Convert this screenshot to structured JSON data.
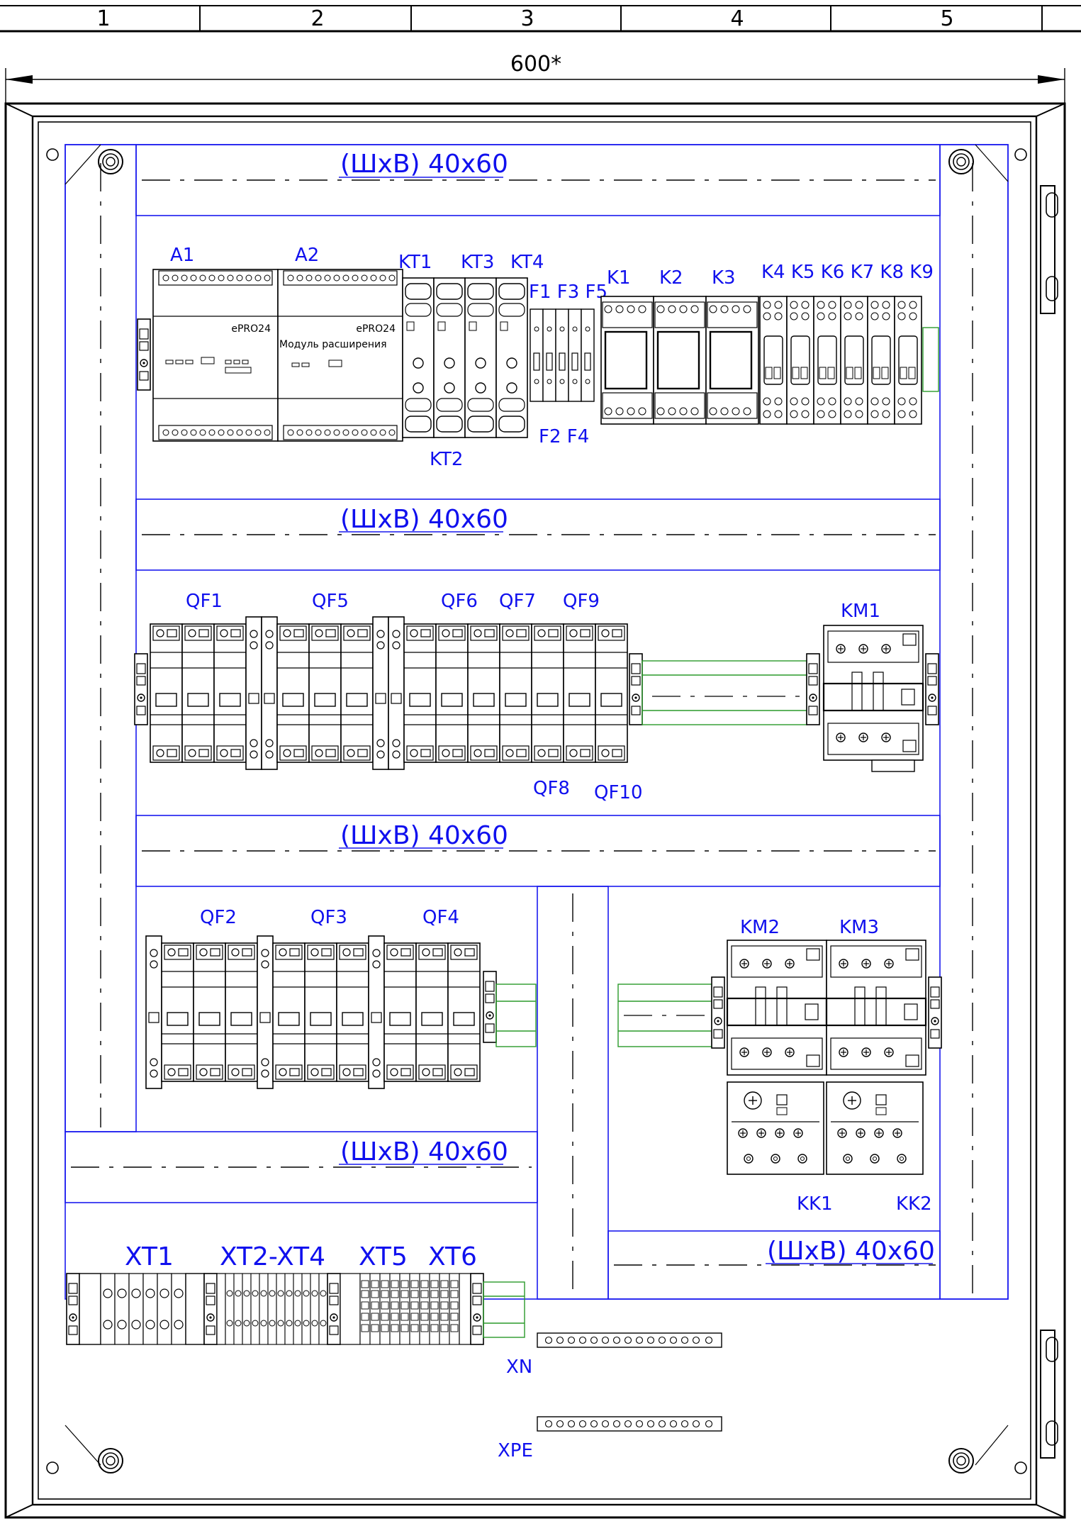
{
  "title_strip": {
    "columns": [
      "1",
      "2",
      "3",
      "4",
      "5"
    ]
  },
  "dimension": {
    "width_label": "600*"
  },
  "ducts": [
    {
      "id": "duct-1",
      "label": "(ШxВ) 40x60"
    },
    {
      "id": "duct-2",
      "label": "(ШxВ) 40x60"
    },
    {
      "id": "duct-3",
      "label": "(ШxВ) 40x60"
    },
    {
      "id": "duct-4",
      "label": "(ШxВ) 40x60"
    },
    {
      "id": "duct-5",
      "label": "(ШxВ) 40x60"
    }
  ],
  "row1": {
    "a1": "A1",
    "a2": "A2",
    "a1_text": "ePRO24",
    "a2_text": "ePRO24",
    "a2_caption": "Модуль расширения",
    "kt1": "KT1",
    "kt3": "KT3",
    "kt4": "KT4",
    "kt2": "KT2",
    "f_top": "F1 F3 F5",
    "f_bottom": "F2 F4",
    "k1": "K1",
    "k2": "K2",
    "k3": "K3",
    "k_small": "K4 K5 K6 K7 K8 K9"
  },
  "row2": {
    "qf1": "QF1",
    "qf5": "QF5",
    "qf6": "QF6",
    "qf7": "QF7",
    "qf9": "QF9",
    "qf8": "QF8",
    "qf10": "QF10",
    "km1": "KM1"
  },
  "row3": {
    "qf2": "QF2",
    "qf3": "QF3",
    "qf4": "QF4",
    "km2": "KM2",
    "km3": "KM3",
    "kk1": "KK1",
    "kk2": "KK2"
  },
  "row4": {
    "xt1": "XT1",
    "xt2_4": "XT2-XT4",
    "xt5": "XT5",
    "xt6": "XT6",
    "xn": "XN",
    "xpe": "XPE"
  },
  "colors": {
    "frame": "#000000",
    "ducts": "#1a1aee",
    "wires": "#2a9a2a",
    "labels": "#1010ee"
  }
}
